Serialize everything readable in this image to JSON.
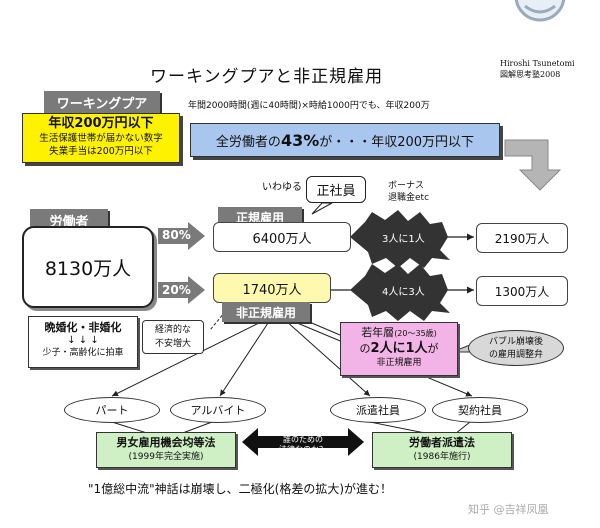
{
  "title": "ワーキングプアと非正規雇用",
  "author": {
    "name": "Hiroshi Tsunetomi",
    "sub": "図解思考塾2008"
  },
  "working_poor": {
    "label": "ワーキングプア",
    "line1": "年収200万円以下",
    "line2": "生活保護世帯が届かない数字",
    "line3": "失業手当は200万円以下"
  },
  "calc_note": "年間2000時間(週に40時間)×時給1000円でも、年収200万",
  "blue_banner": {
    "prefix": "全労働者の",
    "pct": "43%",
    "suffix": "が・・・年収200万円以下"
  },
  "iwayuru": "いわゆる",
  "seishain": "正社員",
  "bonus": {
    "line1": "ボーナス",
    "line2": "退職金etc"
  },
  "labor": {
    "label": "労働者",
    "value": "8130万人"
  },
  "regular": {
    "label": "正規雇用",
    "pct": "80%",
    "value": "6400万人",
    "ratio": "3人に1人",
    "result": "2190万人"
  },
  "nonregular": {
    "label": "非正規雇用",
    "pct": "20%",
    "value": "1740万人",
    "ratio": "4人に3人",
    "result": "1300万人"
  },
  "late_marriage": {
    "line1": "晩婚化・非婚化",
    "arrows": "↓ ↓ ↓",
    "line2": "少子・高齢化に拍車"
  },
  "economic": {
    "line1": "経済的な",
    "line2": "不安増大"
  },
  "young": {
    "line1": "若年層",
    "range": "(20～35歳)",
    "line2a": "の",
    "line2b": "2人に1人",
    "line2c": "が",
    "line3": "非正規雇用"
  },
  "bubble": {
    "line1": "バブル崩壊後",
    "line2": "の雇用調整弁"
  },
  "types": [
    "パート",
    "アルバイト",
    "派遣社員",
    "契約社員"
  ],
  "law1": {
    "title": "男女雇用機会均等法",
    "year": "(1999年完全実施)"
  },
  "law2": {
    "title": "労働者派遣法",
    "year": "(1986年施行)"
  },
  "center_q": {
    "line1": "誰のための",
    "line2": "法律なのか？"
  },
  "bottom": "\"1億総中流\"神話は崩壊し、二極化(格差の拡大)が進む！",
  "watermark": "知乎 @吉祥凤凰"
}
